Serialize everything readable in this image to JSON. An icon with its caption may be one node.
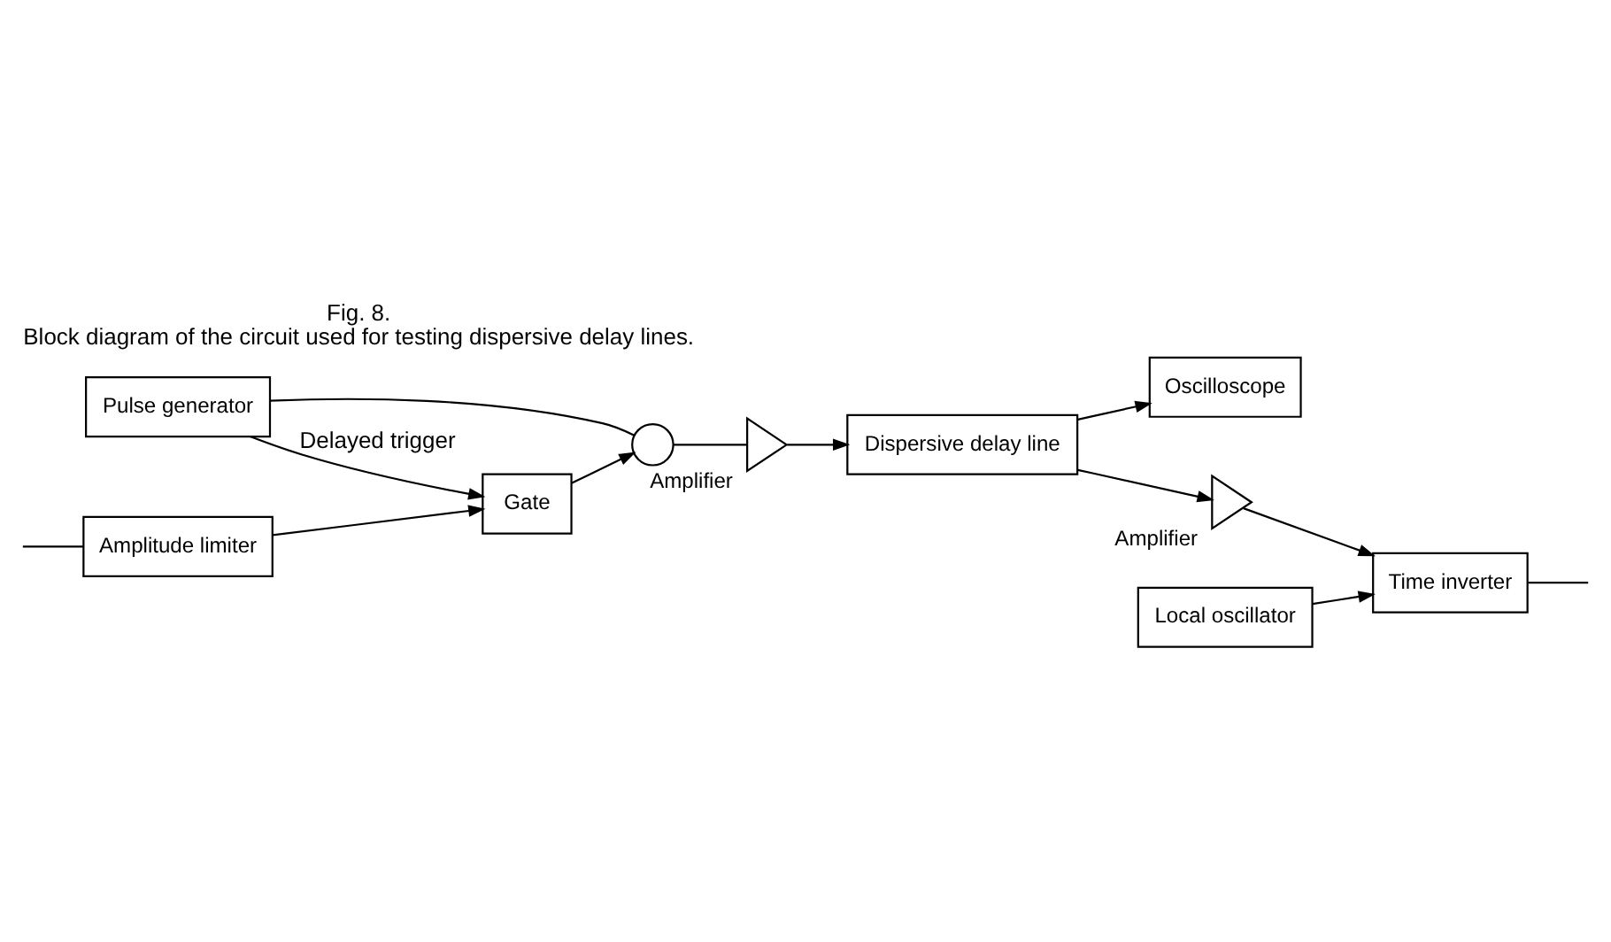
{
  "diagram": {
    "title": "Fig. 8.",
    "caption": "Block diagram of the circuit used for testing dispersive delay lines.",
    "nodes": [
      {
        "text": [
          "Pulse generator"
        ]
      },
      {
        "text": [],
        "shape": "circle"
      },
      {
        "text": [],
        "shape": "triangle",
        "beside": [
          "Amplifier"
        ]
      },
      {
        "text": [
          "Dispersive delay line"
        ]
      },
      {
        "text": [
          "Oscilloscope"
        ]
      },
      {
        "text": [],
        "shape": "triangle",
        "beside": [
          "Amplifier"
        ]
      },
      {
        "text": [
          "Local oscillator"
        ]
      },
      {
        "text": [
          "Time inverter"
        ]
      },
      {
        "text": [
          "Gate"
        ]
      },
      {
        "text": [
          "Amplitude limiter"
        ]
      }
    ],
    "edges": [
      {
        "from": 0,
        "to": 1,
        "arrow": "none"
      },
      {
        "from": 1,
        "to": 2,
        "arrow": "none"
      },
      {
        "from": 2,
        "to": 3,
        "arrow": "to"
      },
      {
        "from": 3,
        "to": 4,
        "arrow": "to"
      },
      {
        "from": 3,
        "to": 5,
        "arrow": "to"
      },
      {
        "from": 5,
        "to": 7,
        "arrow": "to"
      },
      {
        "from": 6,
        "to": 7,
        "arrow": "to"
      },
      {
        "from": 7,
        "to": null,
        "arrow": "none"
      },
      {
        "from": null,
        "to": 9,
        "arrow": "none"
      },
      {
        "from": 9,
        "to": 8,
        "arrow": "to"
      },
      {
        "from": 8,
        "to": 1,
        "arrow": "to"
      },
      {
        "from": 0,
        "to": 8,
        "arrow": "to",
        "label": "Delayed trigger"
      }
    ]
  }
}
